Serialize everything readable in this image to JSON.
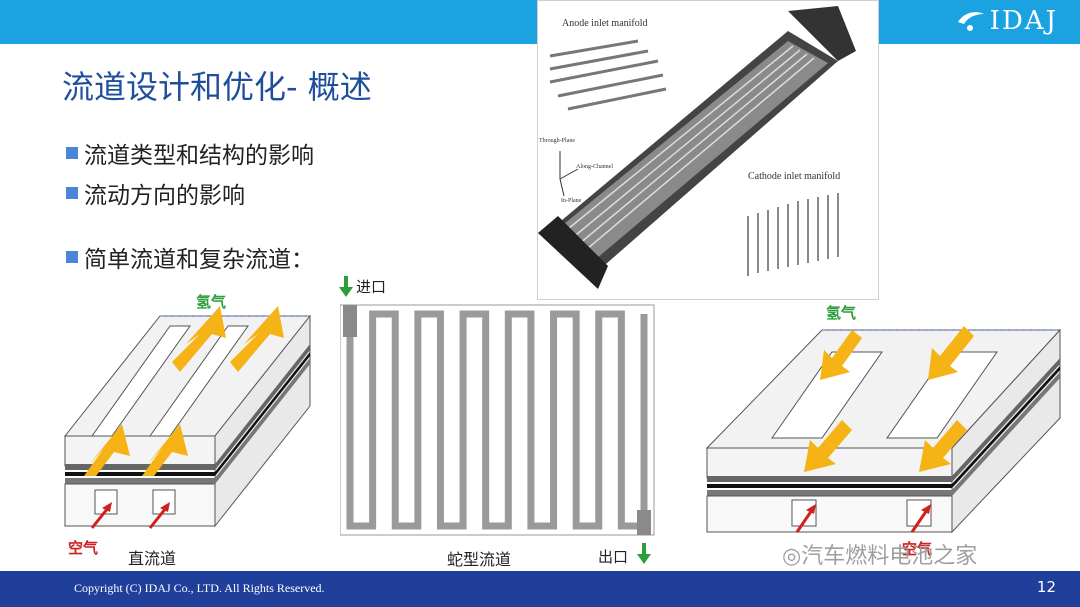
{
  "slide": {
    "title": "流道设计和优化- 概述",
    "bullets": [
      "流道类型和结构的影响",
      "流动方向的影响",
      "简单流道和复杂流道："
    ],
    "logo_text": "IDAJ",
    "copyright": "Copyright (C)  IDAJ Co., LTD. All Rights Reserved.",
    "page_number": "12",
    "watermark": "汽车燃料电池之家"
  },
  "figure_manifold": {
    "anode_label": "Anode inlet manifold",
    "cathode_label": "Cathode inlet manifold",
    "axis_through": "Through-Plane",
    "axis_along": "Along-Channel",
    "axis_in": "In-Plane"
  },
  "figure_straight": {
    "hydrogen": "氢气",
    "air": "空气",
    "caption": "直流道"
  },
  "figure_serpentine": {
    "inlet": "进口",
    "outlet": "出口",
    "caption": "蛇型流道"
  },
  "figure_interdigitated": {
    "hydrogen": "氢气",
    "air": "空气"
  },
  "colors": {
    "top_bar": "#1aa3e0",
    "title": "#1f4e9c",
    "footer": "#1f3f9a",
    "arrow": "#f5b316",
    "green": "#2e9e3c",
    "red": "#d02020"
  }
}
